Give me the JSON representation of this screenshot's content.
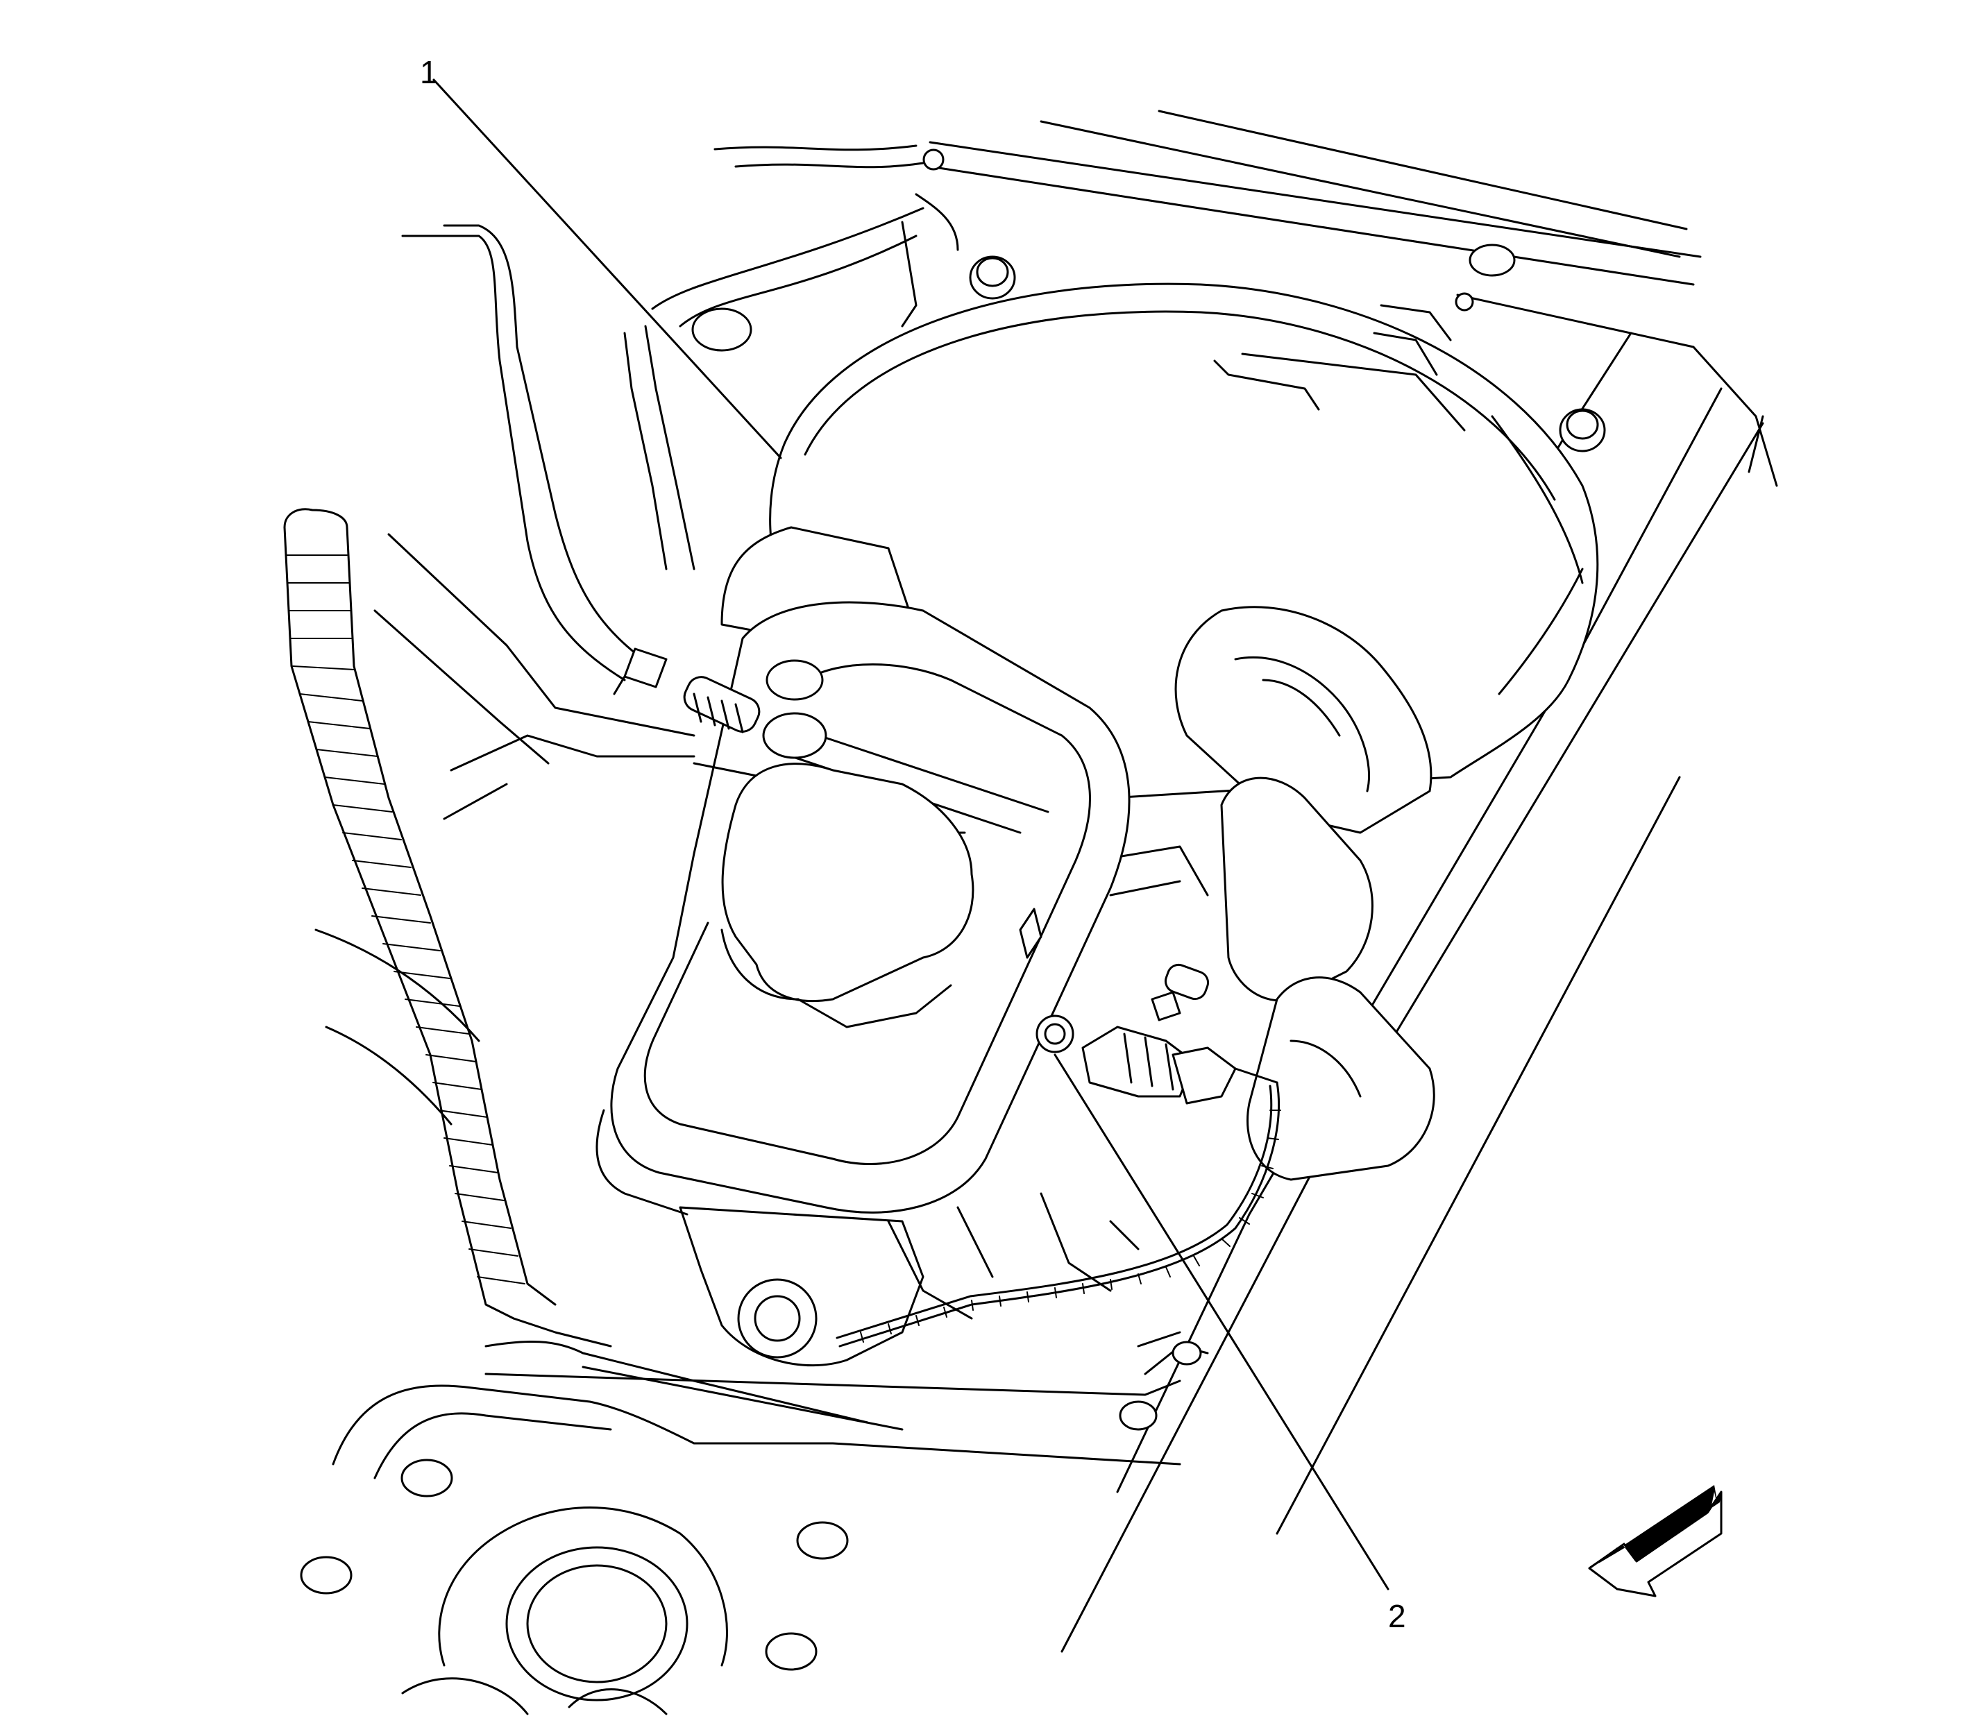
{
  "callouts": [
    {
      "id": "callout-1",
      "label": "1"
    },
    {
      "id": "callout-2",
      "label": "2"
    }
  ],
  "view_arrow_icon": "direction-arrow-icon"
}
